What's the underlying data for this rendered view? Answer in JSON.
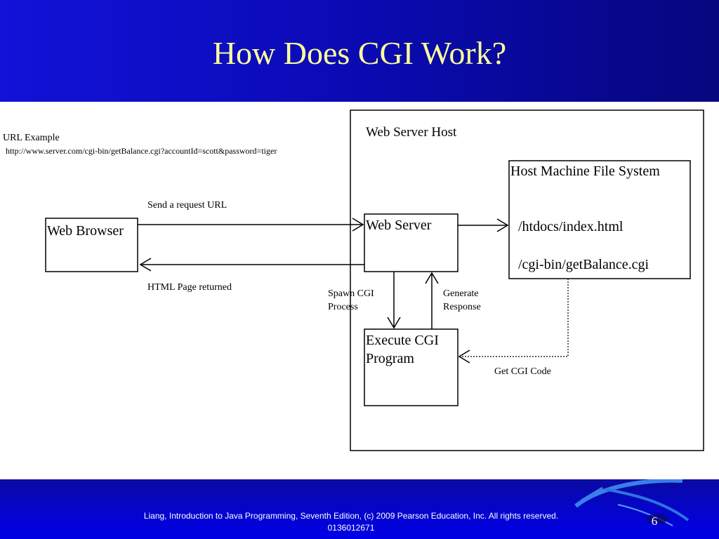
{
  "slide": {
    "title": "How Does CGI Work?",
    "footer": "Liang, Introduction to Java Programming, Seventh Edition, (c) 2009 Pearson Education, Inc. All rights reserved. 0136012671",
    "page_number": "6"
  },
  "diagram": {
    "url_example_label": "URL Example",
    "url_example_value": "http://www.server.com/cgi-bin/getBalance.cgi?accountId=scott&password=tiger",
    "web_server_host": "Web Server Host",
    "host_file_system": "Host Machine File System",
    "htdocs_path": "/htdocs/index.html",
    "cgi_bin_path": "/cgi-bin/getBalance.cgi",
    "web_browser": "Web Browser",
    "web_server": "Web Server",
    "execute_cgi_line1": "Execute CGI",
    "execute_cgi_line2": "Program",
    "send_request": "Send a request URL",
    "html_returned": "HTML Page returned",
    "spawn_line1": "Spawn CGI",
    "spawn_line2": "Process",
    "generate_line1": "Generate",
    "generate_line2": "Response",
    "get_cgi_code": "Get CGI Code"
  },
  "colors": {
    "header_blue": "#0b0bb8",
    "title_yellow": "#ffff99",
    "footer_blue": "#0000e6"
  }
}
